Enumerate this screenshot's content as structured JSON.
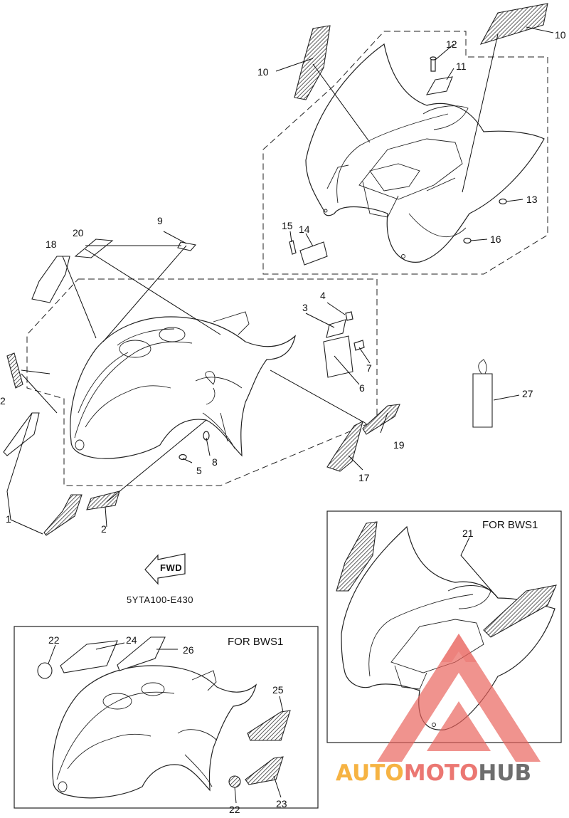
{
  "diagram_code": "5YTA100-E430",
  "fwd_label": "FWD",
  "insets": [
    {
      "title": "FOR BWS1"
    },
    {
      "title": "FOR BWS1"
    }
  ],
  "callouts": [
    "1",
    "2",
    "2",
    "3",
    "4",
    "5",
    "6",
    "7",
    "8",
    "9",
    "10",
    "10",
    "11",
    "12",
    "13",
    "14",
    "15",
    "16",
    "17",
    "18",
    "19",
    "20",
    "21",
    "22",
    "22",
    "23",
    "24",
    "25",
    "26",
    "27"
  ],
  "watermark": {
    "part1": "AUTO",
    "part2": "MOTO",
    "part3": "HUB",
    "color1": "#f5a623",
    "color2": "#e8605a",
    "color3": "#555555"
  }
}
